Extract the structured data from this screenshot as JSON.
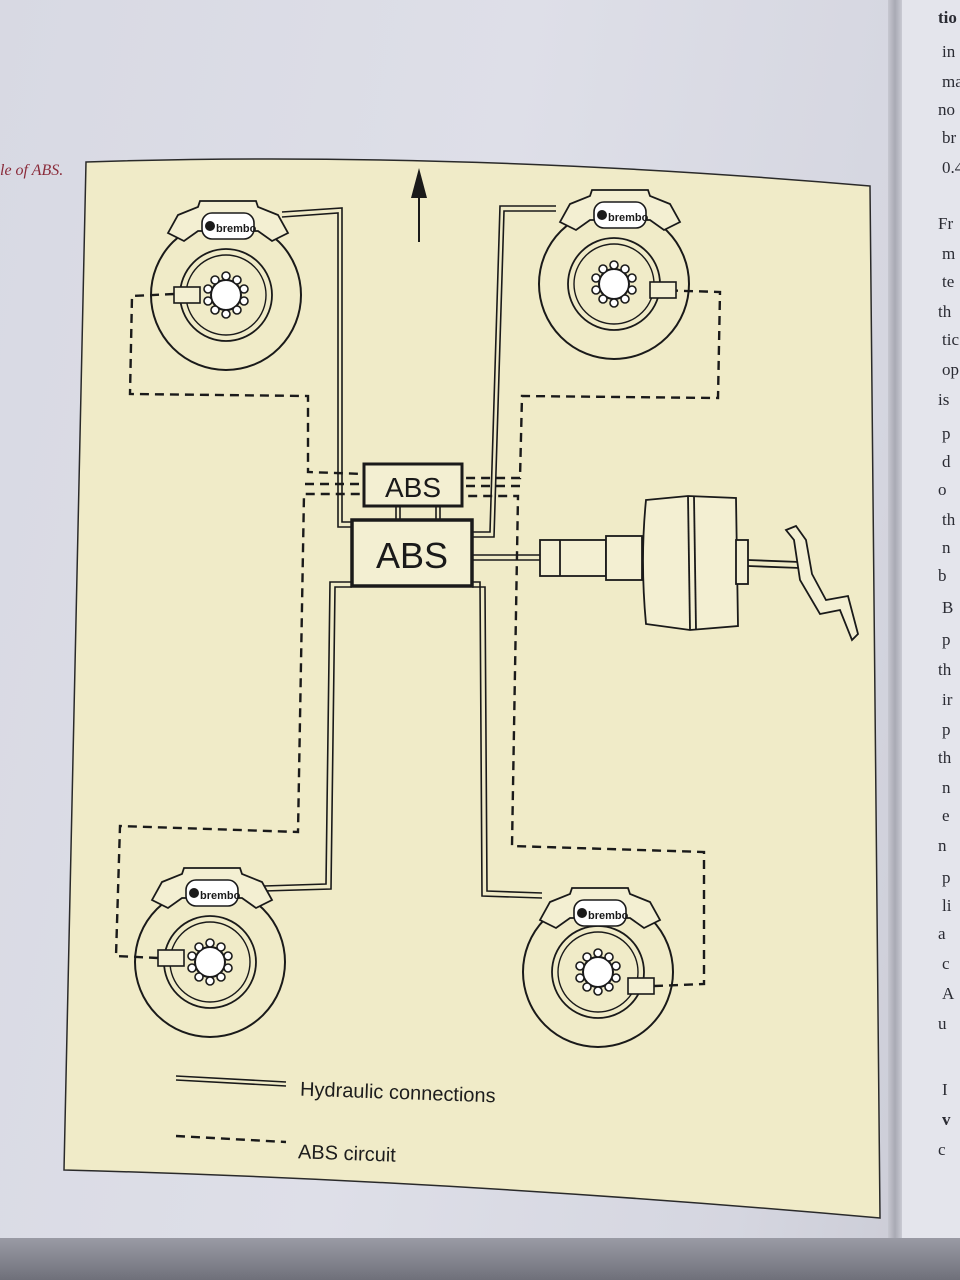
{
  "caption": "le of ABS.",
  "abs_units": {
    "top_label": "ABS",
    "bottom_label": "ABS"
  },
  "caliper_brand": "brembo",
  "legend": {
    "hydraulic": "Hydraulic connections",
    "abs": "ABS circuit"
  },
  "right_page_fragments": [
    {
      "text": "tio",
      "bold": true
    },
    {
      "text": "in"
    },
    {
      "text": "ma"
    },
    {
      "text": "no"
    },
    {
      "text": "br"
    },
    {
      "text": "0.4"
    },
    {
      "text": "Fr"
    },
    {
      "text": "m"
    },
    {
      "text": "te"
    },
    {
      "text": "th"
    },
    {
      "text": "tic"
    },
    {
      "text": "op"
    },
    {
      "text": "is"
    },
    {
      "text": "p"
    },
    {
      "text": "d"
    },
    {
      "text": "o"
    },
    {
      "text": "th"
    },
    {
      "text": "n"
    },
    {
      "text": "b"
    },
    {
      "text": "B"
    },
    {
      "text": "p"
    },
    {
      "text": "th"
    },
    {
      "text": "ir"
    },
    {
      "text": "p"
    },
    {
      "text": "th"
    },
    {
      "text": "n"
    },
    {
      "text": "e"
    },
    {
      "text": "n"
    },
    {
      "text": "p"
    },
    {
      "text": "li"
    },
    {
      "text": "a"
    },
    {
      "text": "c"
    },
    {
      "text": "A"
    },
    {
      "text": "u"
    },
    {
      "text": "I"
    },
    {
      "text": "v",
      "bold": true
    },
    {
      "text": "c"
    }
  ],
  "colors": {
    "panel": "#f0ebc8",
    "line": "#1a1a1a",
    "caption": "#8a2b3a"
  }
}
